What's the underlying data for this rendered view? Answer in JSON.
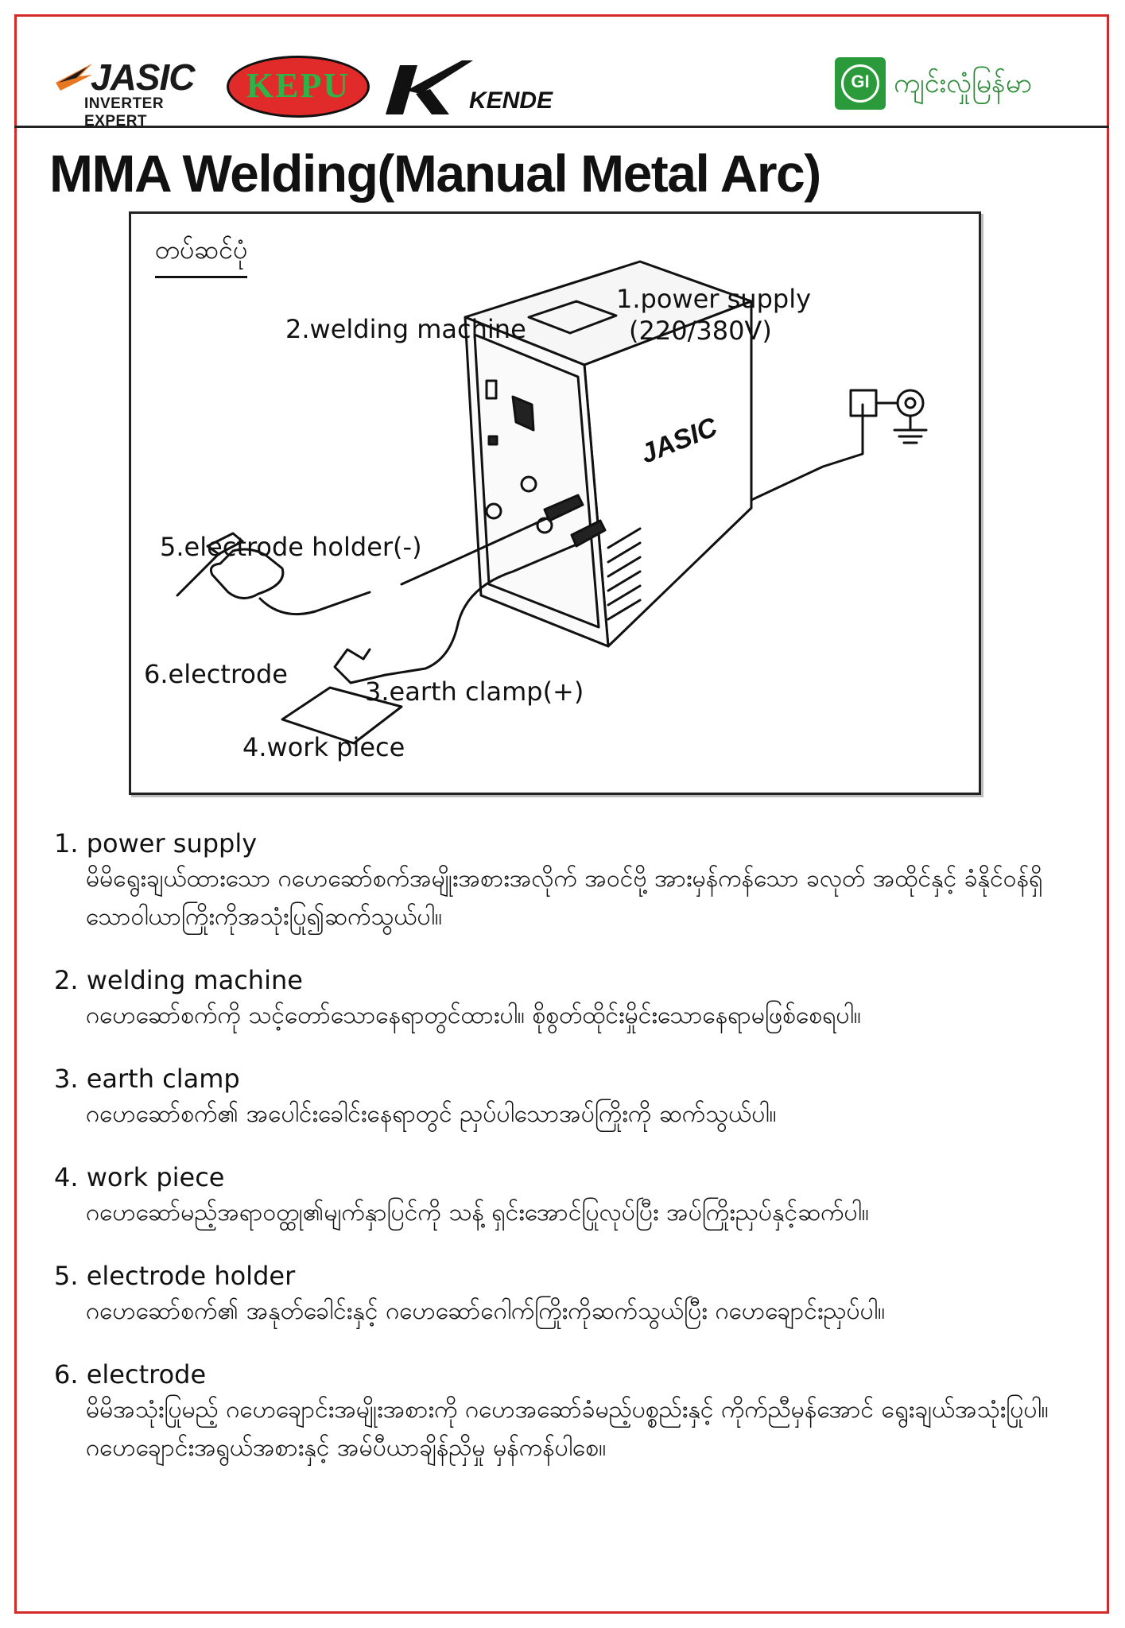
{
  "header": {
    "logos": {
      "jasic": {
        "word": "JASIC",
        "tagline": "INVERTER EXPERT"
      },
      "kepu": {
        "word": "KEPU"
      },
      "kende": {
        "word": "KENDE"
      },
      "gi": {
        "badge": "GI",
        "name": "ကျင်းလှုံမြန်မာ"
      }
    },
    "colors": {
      "frame": "#d42a2a",
      "kepu_red": "#e12a2a",
      "kepu_green": "#2eb34a",
      "gi_green": "#2a9a3a"
    }
  },
  "title": "MMA Welding(Manual Metal Arc)",
  "diagram": {
    "heading": "တပ်ဆင်ပုံ",
    "machine_brand": "JASIC",
    "labels": {
      "power_supply": "1.power supply",
      "voltage": "(220/380V)",
      "welding_machine": "2.welding machine",
      "electrode_holder": "5.electrode holder(-)",
      "electrode": "6.electrode",
      "earth_clamp": "3.earth clamp(+)",
      "work_piece": "4.work piece"
    }
  },
  "notes": [
    {
      "heading": "1. power supply",
      "text": "မိမိရွေးချယ်ထားသော ဂဟေဆော်စက်အမျိုးအစားအလိုက် အဝင်ဗို့ အားမှန်ကန်သော ခလုတ် အထိုင်နှင့် ခံနိုင်ဝန်ရှိသောဝါယာကြိုးကိုအသုံးပြု၍ဆက်သွယ်ပါ။"
    },
    {
      "heading": "2. welding machine",
      "text": "ဂဟေဆော်စက်ကို သင့်တော်သောနေရာတွင်ထားပါ။ စိုစွတ်ထိုင်းမှိုင်းသောနေရာမဖြစ်စေရပါ။"
    },
    {
      "heading": "3. earth clamp",
      "text": "ဂဟေဆော်စက်၏ အပေါင်းခေါင်းနေရာတွင် ညှပ်ပါသောအပ်ကြိုးကို ဆက်သွယ်ပါ။"
    },
    {
      "heading": "4. work piece",
      "text": "ဂဟေဆော်မည့်အရာဝတ္ထု၏မျက်နှာပြင်ကို သန့် ရှင်းအောင်ပြုလုပ်ပြီး အပ်ကြိုးညှပ်နှင့်ဆက်ပါ။"
    },
    {
      "heading": "5. electrode holder",
      "text": "ဂဟေဆော်စက်၏ အနုတ်ခေါင်းနှင့် ဂဟေဆော်ဂေါက်ကြိုးကိုဆက်သွယ်ပြီး ဂဟေချောင်းညှပ်ပါ။"
    },
    {
      "heading": "6. electrode",
      "text": "မိမိအသုံးပြုမည့် ဂဟေချောင်းအမျိုးအစားကို ဂဟေအဆော်ခံမည့်ပစ္စည်းနှင့် ကိုက်ညီမှန်အောင် ရွေးချယ်အသုံးပြုပါ။ ဂဟေချောင်းအရွယ်အစားနှင့် အမ်ပီယာချိန်ညှိမှု မှန်ကန်ပါစေ။"
    }
  ]
}
